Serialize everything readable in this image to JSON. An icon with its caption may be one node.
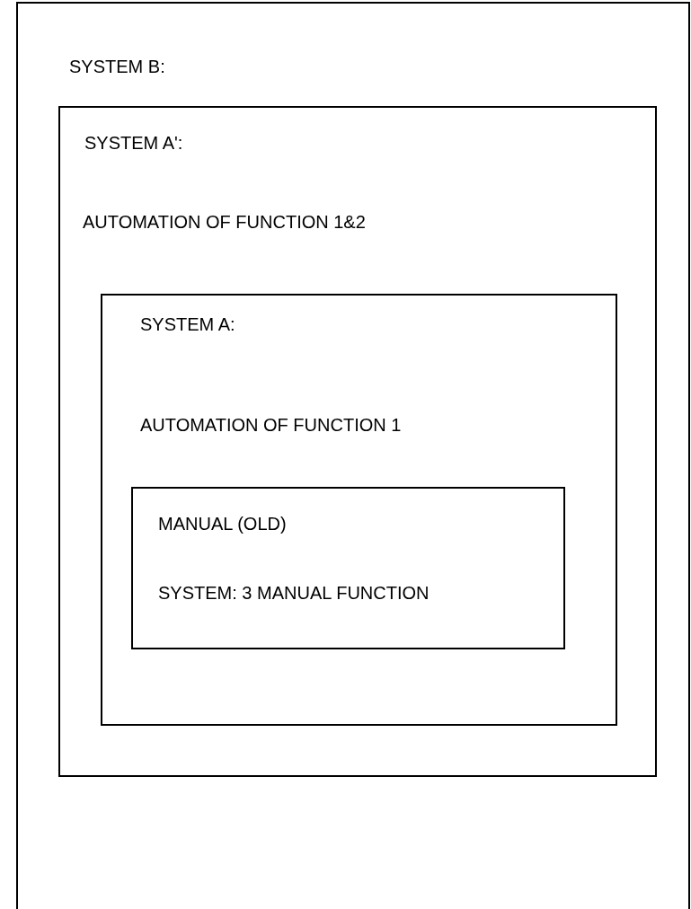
{
  "diagram": {
    "nodes": [
      {
        "text": [
          "SYSTEM B:"
        ]
      },
      {
        "text": [
          "SYSTEM A':",
          "AUTOMATION OF FUNCTION 1&2"
        ],
        "in": 0
      },
      {
        "text": [
          "SYSTEM A:",
          "AUTOMATION OF FUNCTION 1"
        ],
        "in": 1
      },
      {
        "text": [
          "MANUAL (OLD)",
          "SYSTEM: 3 MANUAL FUNCTION"
        ],
        "in": 2
      }
    ]
  }
}
